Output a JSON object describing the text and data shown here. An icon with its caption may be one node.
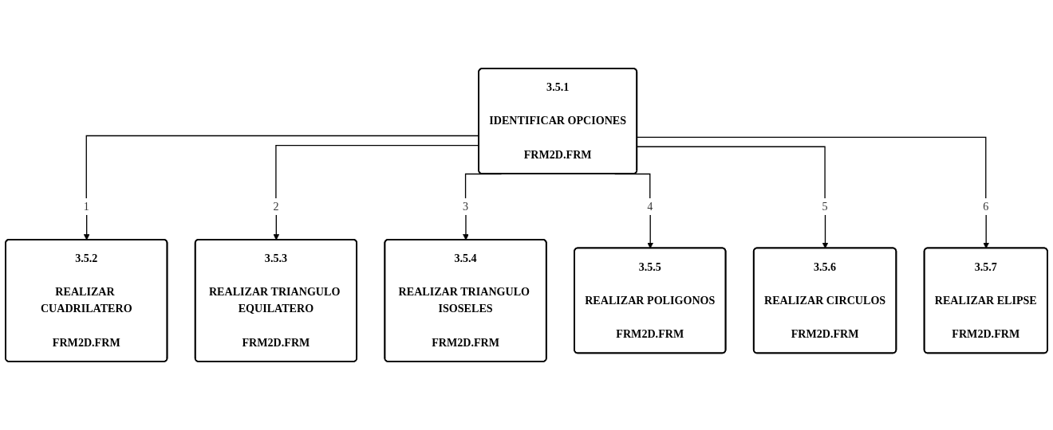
{
  "diagram": {
    "nodes": [
      {
        "text": [
          "3.5.1",
          "IDENTIFICAR OPCIONES",
          "FRM2D.FRM"
        ]
      },
      {
        "text": [
          "3.5.2",
          "REALIZAR CUADRILATERO",
          "FRM2D.FRM"
        ]
      },
      {
        "text": [
          "3.5.3",
          "REALIZAR TRIANGULO EQUILATERO",
          "FRM2D.FRM"
        ]
      },
      {
        "text": [
          "3.5.4",
          "REALIZAR TRIANGULO ISOSELES",
          "FRM2D.FRM"
        ]
      },
      {
        "text": [
          "3.5.5",
          "REALIZAR POLIGONOS",
          "FRM2D.FRM"
        ]
      },
      {
        "text": [
          "3.5.6",
          "REALIZAR CIRCULOS",
          "FRM2D.FRM"
        ]
      },
      {
        "text": [
          "3.5.7",
          "REALIZAR ELIPSE",
          "FRM2D.FRM"
        ]
      }
    ],
    "edges": [
      {
        "from": 0,
        "to": 1,
        "arrow": "to",
        "label": "1"
      },
      {
        "from": 0,
        "to": 2,
        "arrow": "to",
        "label": "2"
      },
      {
        "from": 0,
        "to": 3,
        "arrow": "to",
        "label": "3"
      },
      {
        "from": 0,
        "to": 4,
        "arrow": "to",
        "label": "4"
      },
      {
        "from": 0,
        "to": 5,
        "arrow": "to",
        "label": "5"
      },
      {
        "from": 0,
        "to": 6,
        "arrow": "to",
        "label": "6"
      }
    ]
  }
}
